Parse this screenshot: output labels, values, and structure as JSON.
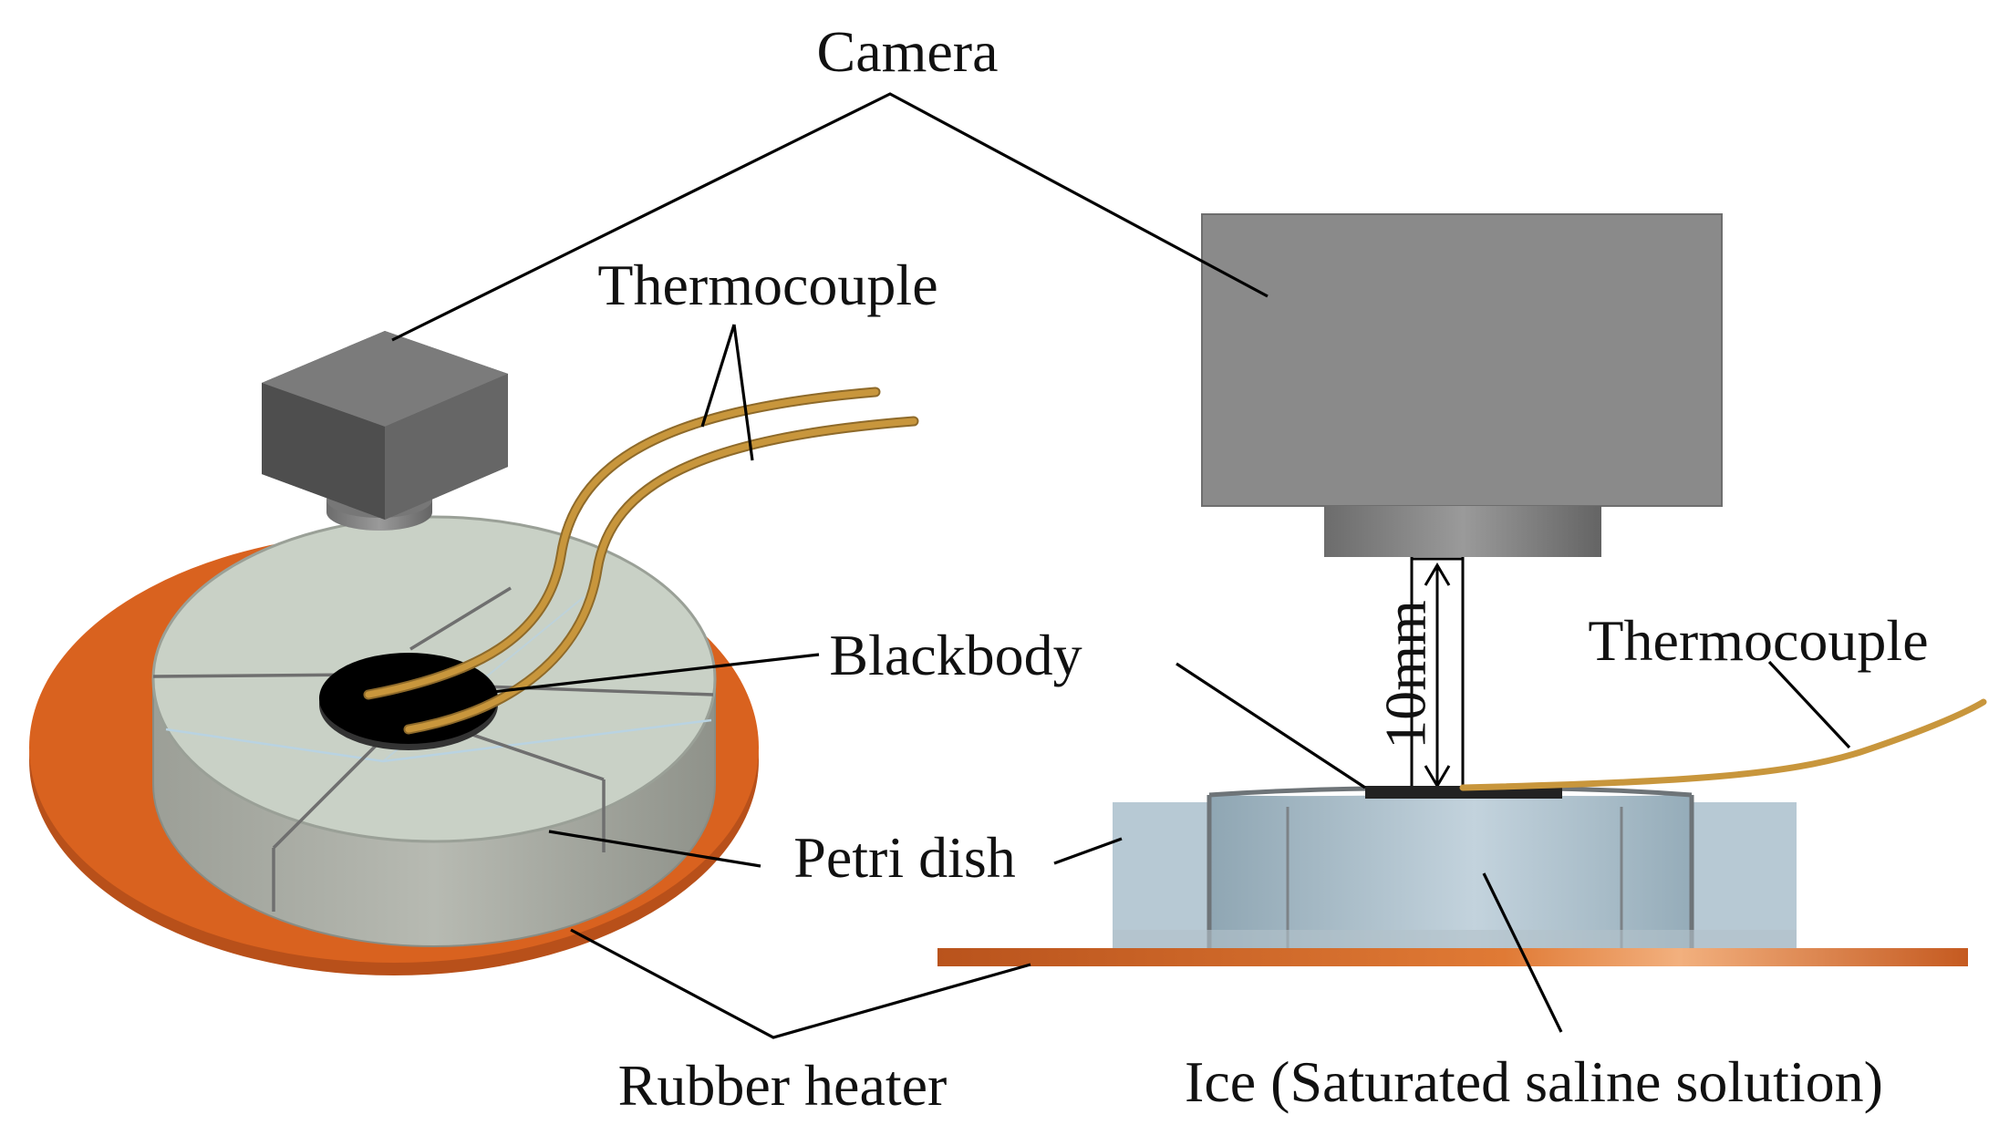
{
  "labels": {
    "camera": "Camera",
    "thermocouple_left": "Thermocouple",
    "thermocouple_right": "Thermocouple",
    "blackbody": "Blackbody",
    "petri_dish": "Petri dish",
    "rubber_heater": "Rubber heater",
    "ice": "Ice (Saturated saline solution)",
    "distance": "10mm"
  },
  "colors": {
    "heater": "#D9621F",
    "heater_edge": "#B8501A",
    "camera_body": "#8A8A8A",
    "camera_dark": "#555555",
    "dish_fill": "#C9D1C6",
    "dish_side": "#A7ABA2",
    "ice_block": "#9FB3C0",
    "thermocouple": "#C8963C",
    "blackbody": "#000000"
  }
}
